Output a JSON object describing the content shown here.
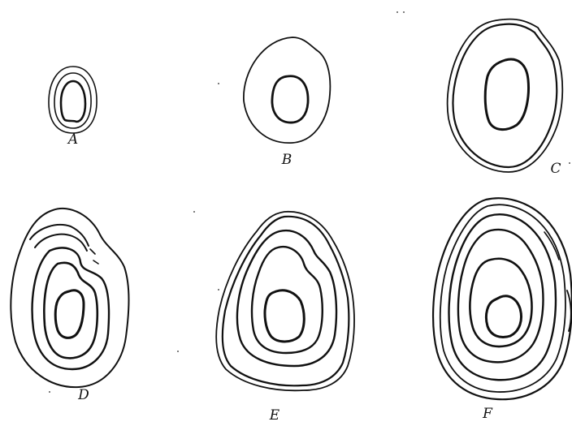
{
  "figures": [
    {
      "id": "A",
      "label": "A"
    },
    {
      "id": "B",
      "label": "B"
    },
    {
      "id": "C",
      "label": "C"
    },
    {
      "id": "D",
      "label": "D"
    },
    {
      "id": "E",
      "label": "E"
    },
    {
      "id": "F",
      "label": "F"
    }
  ]
}
